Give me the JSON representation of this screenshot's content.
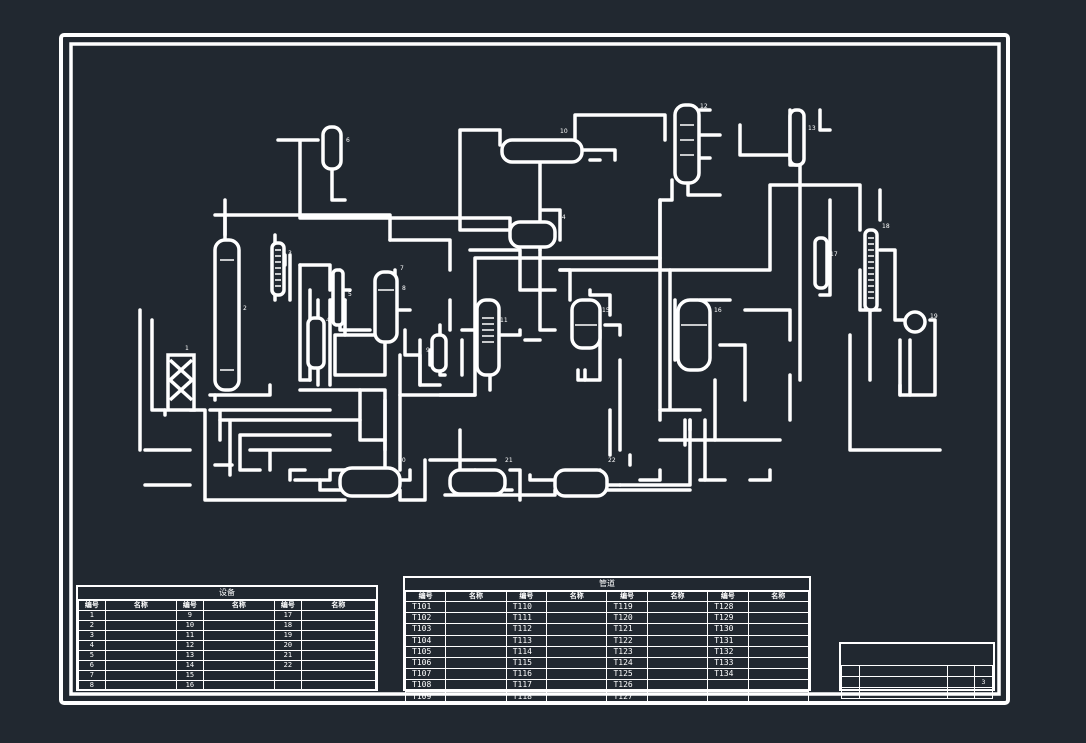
{
  "colors": {
    "background": "#212830",
    "lines": "#ffffff"
  },
  "equipment_tags": [
    {
      "id": "1",
      "label": "1"
    },
    {
      "id": "2",
      "label": "2"
    },
    {
      "id": "3",
      "label": "3"
    },
    {
      "id": "4",
      "label": "4"
    },
    {
      "id": "5",
      "label": "5"
    },
    {
      "id": "6",
      "label": "6"
    },
    {
      "id": "7",
      "label": "7"
    },
    {
      "id": "8",
      "label": "8"
    },
    {
      "id": "9",
      "label": "9"
    },
    {
      "id": "10",
      "label": "10"
    },
    {
      "id": "11",
      "label": "11"
    },
    {
      "id": "12",
      "label": "12"
    },
    {
      "id": "13",
      "label": "13"
    },
    {
      "id": "14",
      "label": "14"
    },
    {
      "id": "15",
      "label": "15"
    },
    {
      "id": "16",
      "label": "16"
    },
    {
      "id": "17",
      "label": "17"
    },
    {
      "id": "18",
      "label": "18"
    },
    {
      "id": "19",
      "label": "19"
    },
    {
      "id": "20",
      "label": "20"
    },
    {
      "id": "21",
      "label": "21"
    },
    {
      "id": "22",
      "label": "22"
    }
  ],
  "equipment_table": {
    "title": "设备",
    "headers": [
      "编号",
      "名称",
      "编号",
      "名称",
      "编号",
      "名称"
    ],
    "rows": [
      [
        "1",
        "",
        "9",
        "",
        "17",
        ""
      ],
      [
        "2",
        "",
        "10",
        "",
        "18",
        ""
      ],
      [
        "3",
        "",
        "11",
        "",
        "19",
        ""
      ],
      [
        "4",
        "",
        "12",
        "",
        "20",
        ""
      ],
      [
        "5",
        "",
        "13",
        "",
        "21",
        ""
      ],
      [
        "6",
        "",
        "14",
        "",
        "22",
        ""
      ],
      [
        "7",
        "",
        "15",
        "",
        "",
        ""
      ],
      [
        "8",
        "",
        "16",
        "",
        "",
        ""
      ]
    ]
  },
  "pipe_table": {
    "title": "管道",
    "headers": [
      "编号",
      "名称",
      "编号",
      "名称",
      "编号",
      "名称",
      "编号",
      "名称"
    ],
    "rows": [
      [
        "T101",
        "",
        "T110",
        "",
        "T119",
        "",
        "T128",
        ""
      ],
      [
        "T102",
        "",
        "T111",
        "",
        "T120",
        "",
        "T129",
        ""
      ],
      [
        "T103",
        "",
        "T112",
        "",
        "T121",
        "",
        "T130",
        ""
      ],
      [
        "T104",
        "",
        "T113",
        "",
        "T122",
        "",
        "T131",
        ""
      ],
      [
        "T105",
        "",
        "T114",
        "",
        "T123",
        "",
        "T132",
        ""
      ],
      [
        "T106",
        "",
        "T115",
        "",
        "T124",
        "",
        "T133",
        ""
      ],
      [
        "T107",
        "",
        "T116",
        "",
        "T125",
        "",
        "T134",
        ""
      ],
      [
        "T108",
        "",
        "T117",
        "",
        "T126",
        "",
        "",
        ""
      ],
      [
        "T109",
        "",
        "T118",
        "",
        "T127",
        "",
        "",
        ""
      ]
    ]
  },
  "title_block": {
    "rows": [
      [
        "",
        "",
        "",
        ""
      ],
      [
        "",
        "",
        "",
        "3"
      ],
      [
        "",
        "",
        "",
        ""
      ]
    ]
  }
}
